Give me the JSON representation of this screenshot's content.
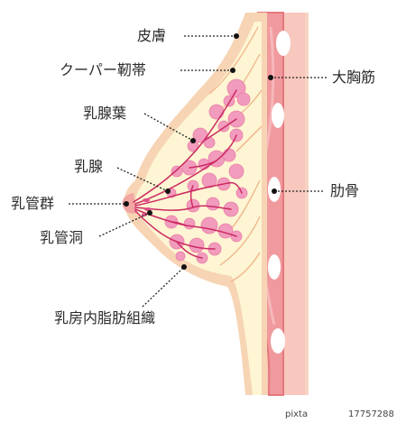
{
  "labels": {
    "skin": "皮膚",
    "cooper": "クーパー靭帯",
    "lobule": "乳腺葉",
    "gland": "乳腺",
    "duct_group": "乳管群",
    "sinus": "乳管洞",
    "fat": "乳房内脂肪組織",
    "pectoral": "大胸筋",
    "rib": "肋骨"
  },
  "watermark": {
    "source": "pixta",
    "stock_id": "17757288"
  },
  "colors": {
    "skin": "#f6d4b4",
    "fat": "#fdf5d3",
    "muscle": "#f09a9d",
    "muscle_dark": "#e4787e",
    "rib_band": "#f8c5bc",
    "lobule": "#f19bbd",
    "duct": "#cc2b63",
    "leader": "#222222"
  }
}
